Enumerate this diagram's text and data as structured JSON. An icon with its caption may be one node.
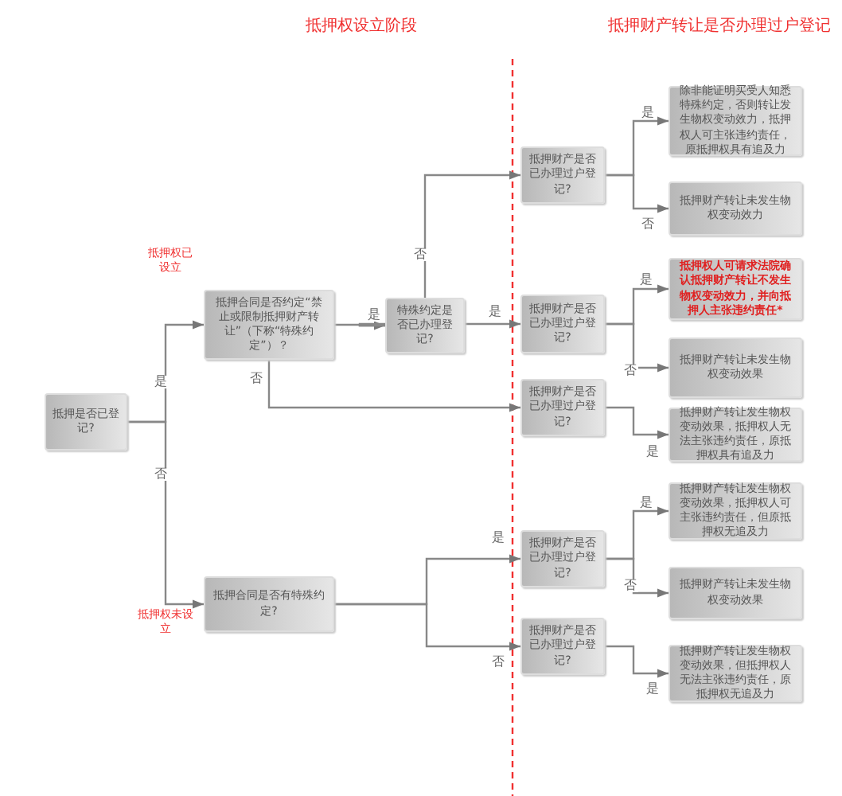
{
  "diagram": {
    "nodes": [
      {
        "text": [
          "抵押是否已登记?"
        ]
      },
      {
        "text": [
          "抵押合同是否约定“禁止或限制抵押财产转让”（下称“特殊约定”）？"
        ]
      },
      {
        "text": [
          "特殊约定是否已办理登记?"
        ]
      },
      {
        "text": [
          "抵押合同是否有特殊约定?"
        ]
      },
      {
        "text": [
          "抵押财产是否已办理过户登记?"
        ]
      },
      {
        "text": [
          "抵押财产是否已办理过户登记?"
        ]
      },
      {
        "text": [
          "抵押财产是否已办理过户登记?"
        ]
      },
      {
        "text": [
          "抵押财产是否已办理过户登记?"
        ]
      },
      {
        "text": [
          "抵押财产是否已办理过户登记?"
        ]
      },
      {
        "text": [
          "除非能证明买受人知悉特殊约定，否则转让发生物权变动效力，抵押权人可主张违约责任，原抵押权具有追及力"
        ]
      },
      {
        "text": [
          "抵押财产转让未发生物权变动效力"
        ]
      },
      {
        "text": [
          "抵押权人可请求法院确认抵押财产转让不发生物权变动效力，并向抵押人主张违约责任*"
        ]
      },
      {
        "text": [
          "抵押财产转让未发生物权变动效果"
        ]
      },
      {
        "text": [
          "抵押财产转让发生物权变动效果，抵押权人无法主张违约责任，原抵押权具有追及力"
        ]
      },
      {
        "text": [
          "抵押财产转让发生物权变动效果，抵押权人可主张违约责任，但原抵押权无追及力"
        ]
      },
      {
        "text": [
          "抵押财产转让未发生物权变动效果"
        ]
      },
      {
        "text": [
          "抵押财产转让发生物权变动效果，但抵押权人无法主张违约责任，原抵押权无追及力"
        ]
      }
    ],
    "edges": [
      {
        "from": 0,
        "to": 1,
        "arrow": "to",
        "label": "是"
      },
      {
        "from": 0,
        "to": 3,
        "arrow": "to",
        "label": "否"
      },
      {
        "from": 1,
        "to": 2,
        "arrow": "to",
        "label": "是"
      },
      {
        "from": 1,
        "to": 6,
        "arrow": "to",
        "label": "否"
      },
      {
        "from": 2,
        "to": 4,
        "arrow": "to",
        "label": "否"
      },
      {
        "from": 2,
        "to": 5,
        "arrow": "to",
        "label": "是"
      },
      {
        "from": 3,
        "to": 7,
        "arrow": "to",
        "label": "是"
      },
      {
        "from": 3,
        "to": 8,
        "arrow": "to",
        "label": "否"
      },
      {
        "from": 4,
        "to": 9,
        "arrow": "to",
        "label": "是"
      },
      {
        "from": 4,
        "to": 10,
        "arrow": "to",
        "label": "否"
      },
      {
        "from": 5,
        "to": 11,
        "arrow": "to",
        "label": "是"
      },
      {
        "from": 5,
        "to": 12,
        "arrow": "to",
        "label": "否"
      },
      {
        "from": 6,
        "to": 13,
        "arrow": "to",
        "label": "是"
      },
      {
        "from": 7,
        "to": 14,
        "arrow": "to",
        "label": "是"
      },
      {
        "from": 7,
        "to": 15,
        "arrow": "to",
        "label": "否"
      },
      {
        "from": 8,
        "to": 16,
        "arrow": "to",
        "label": "是"
      }
    ],
    "labels": [
      "抵押权设立阶段",
      "抵押财产转让是否办理过户登记",
      "抵押权已设立",
      "抵押权未设立"
    ]
  }
}
